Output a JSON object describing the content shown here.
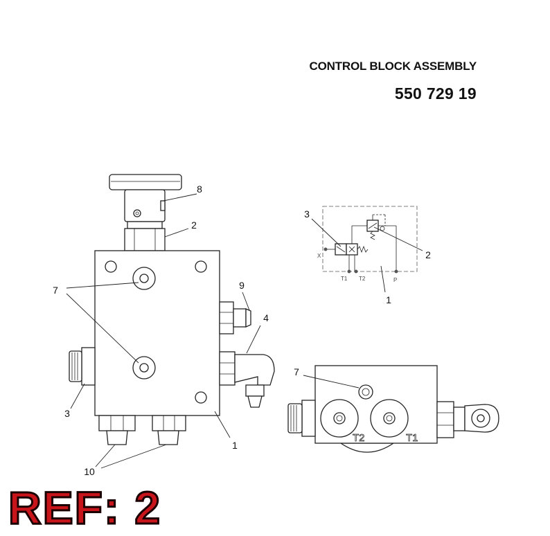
{
  "header": {
    "title": "CONTROL BLOCK ASSEMBLY",
    "part_number": "550 729 19"
  },
  "ref_label": "REF: 2",
  "callouts": {
    "front": [
      "8",
      "2",
      "7",
      "9",
      "4",
      "3",
      "1",
      "10"
    ],
    "schematic": [
      "3",
      "2",
      "1"
    ],
    "side": [
      "7"
    ]
  },
  "schematic_ports": [
    "X",
    "T1",
    "T2",
    "P"
  ],
  "side_ports": [
    "T2",
    "T1"
  ]
}
